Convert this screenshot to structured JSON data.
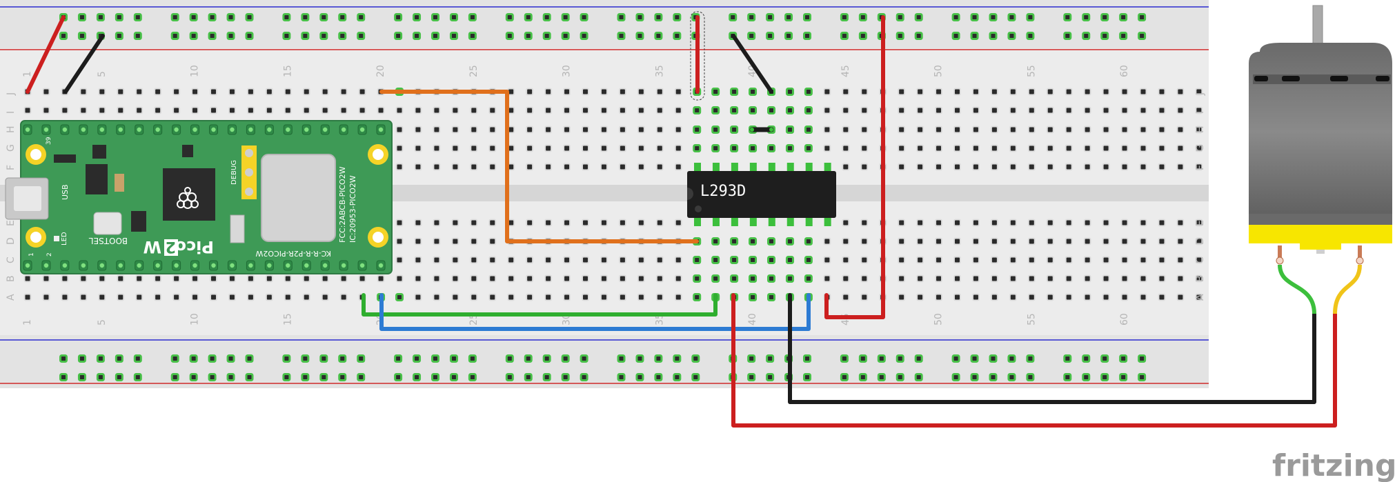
{
  "app": {
    "logo": "fritzing"
  },
  "breadboard": {
    "column_numbers": [
      "1",
      "5",
      "10",
      "15",
      "20",
      "25",
      "30",
      "35",
      "40",
      "45",
      "50",
      "55",
      "60"
    ],
    "row_letters_top": [
      "J",
      "I",
      "H",
      "G",
      "F"
    ],
    "row_letters_bottom": [
      "E",
      "D",
      "C",
      "B",
      "A"
    ]
  },
  "pico": {
    "model": "Pico 2 W",
    "model_main": "Pico",
    "model_num": "2",
    "model_suffix": "W",
    "bootsel": "BOOTSEL",
    "usb": "USB",
    "led": "LED",
    "debug": "DEBUG",
    "fcc": "FCC:2ABCB-PICO2W",
    "ic": "IC:20953-PICO2W",
    "kc": "KC-R-R-P2R-PICO2W",
    "pin_39": "39",
    "pin_1": "1",
    "pin_2": "2"
  },
  "chip": {
    "label": "L293D"
  },
  "wire_colors": {
    "red": "#cc1f1f",
    "black": "#1c1c1c",
    "orange": "#e0701c",
    "green": "#2fae2f",
    "blue": "#2d7bd3",
    "yellow": "#f0c419"
  },
  "components": [
    "breadboard",
    "raspberry-pi-pico-2w",
    "l293d-motor-driver",
    "dc-motor"
  ]
}
